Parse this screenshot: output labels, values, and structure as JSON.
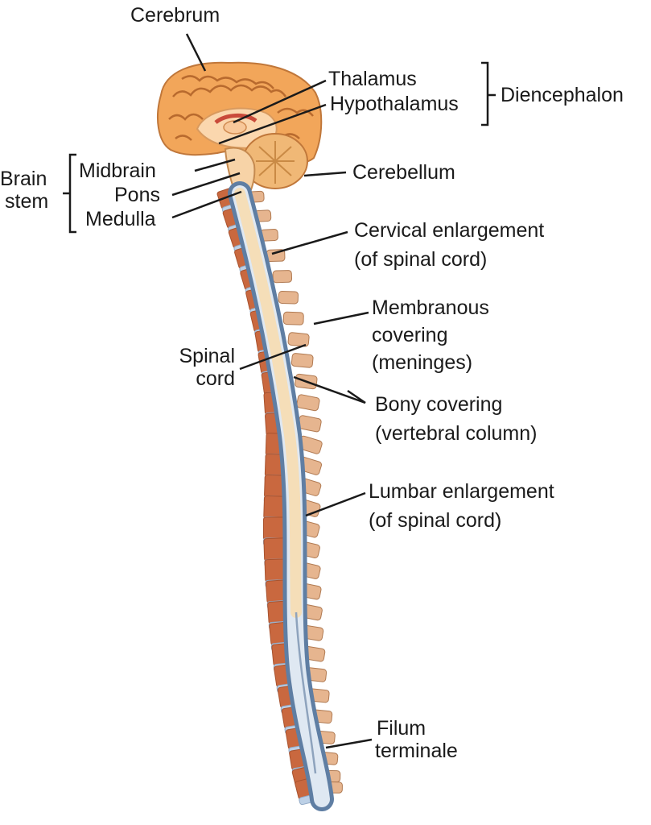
{
  "labels": {
    "cerebrum": "Cerebrum",
    "thalamus": "Thalamus",
    "hypothalamus": "Hypothalamus",
    "diencephalon": "Diencephalon",
    "brain_stem_line1": "Brain",
    "brain_stem_line2": "stem",
    "midbrain": "Midbrain",
    "pons": "Pons",
    "medulla": "Medulla",
    "cerebellum": "Cerebellum",
    "cervical_line1": "Cervical enlargement",
    "cervical_line2": "(of spinal cord)",
    "membranous_line1": "Membranous",
    "membranous_line2": "covering",
    "membranous_line3": "(meninges)",
    "spinal_cord_line1": "Spinal",
    "spinal_cord_line2": "cord",
    "bony_line1": "Bony covering",
    "bony_line2": "(vertebral column)",
    "lumbar_line1": "Lumbar enlargement",
    "lumbar_line2": "(of spinal cord)",
    "filum_line1": "Filum",
    "filum_line2": "terminale"
  },
  "colors": {
    "brain_outer": "#f2a65a",
    "brain_inner": "#fbd7ae",
    "cerebellum": "#f0b876",
    "vertebra_body": "#c9683f",
    "disc": "#bcd0e6",
    "cord": "#f5deb8",
    "meninges": "#5f7ea3",
    "leader_line": "#1a1a1a"
  }
}
